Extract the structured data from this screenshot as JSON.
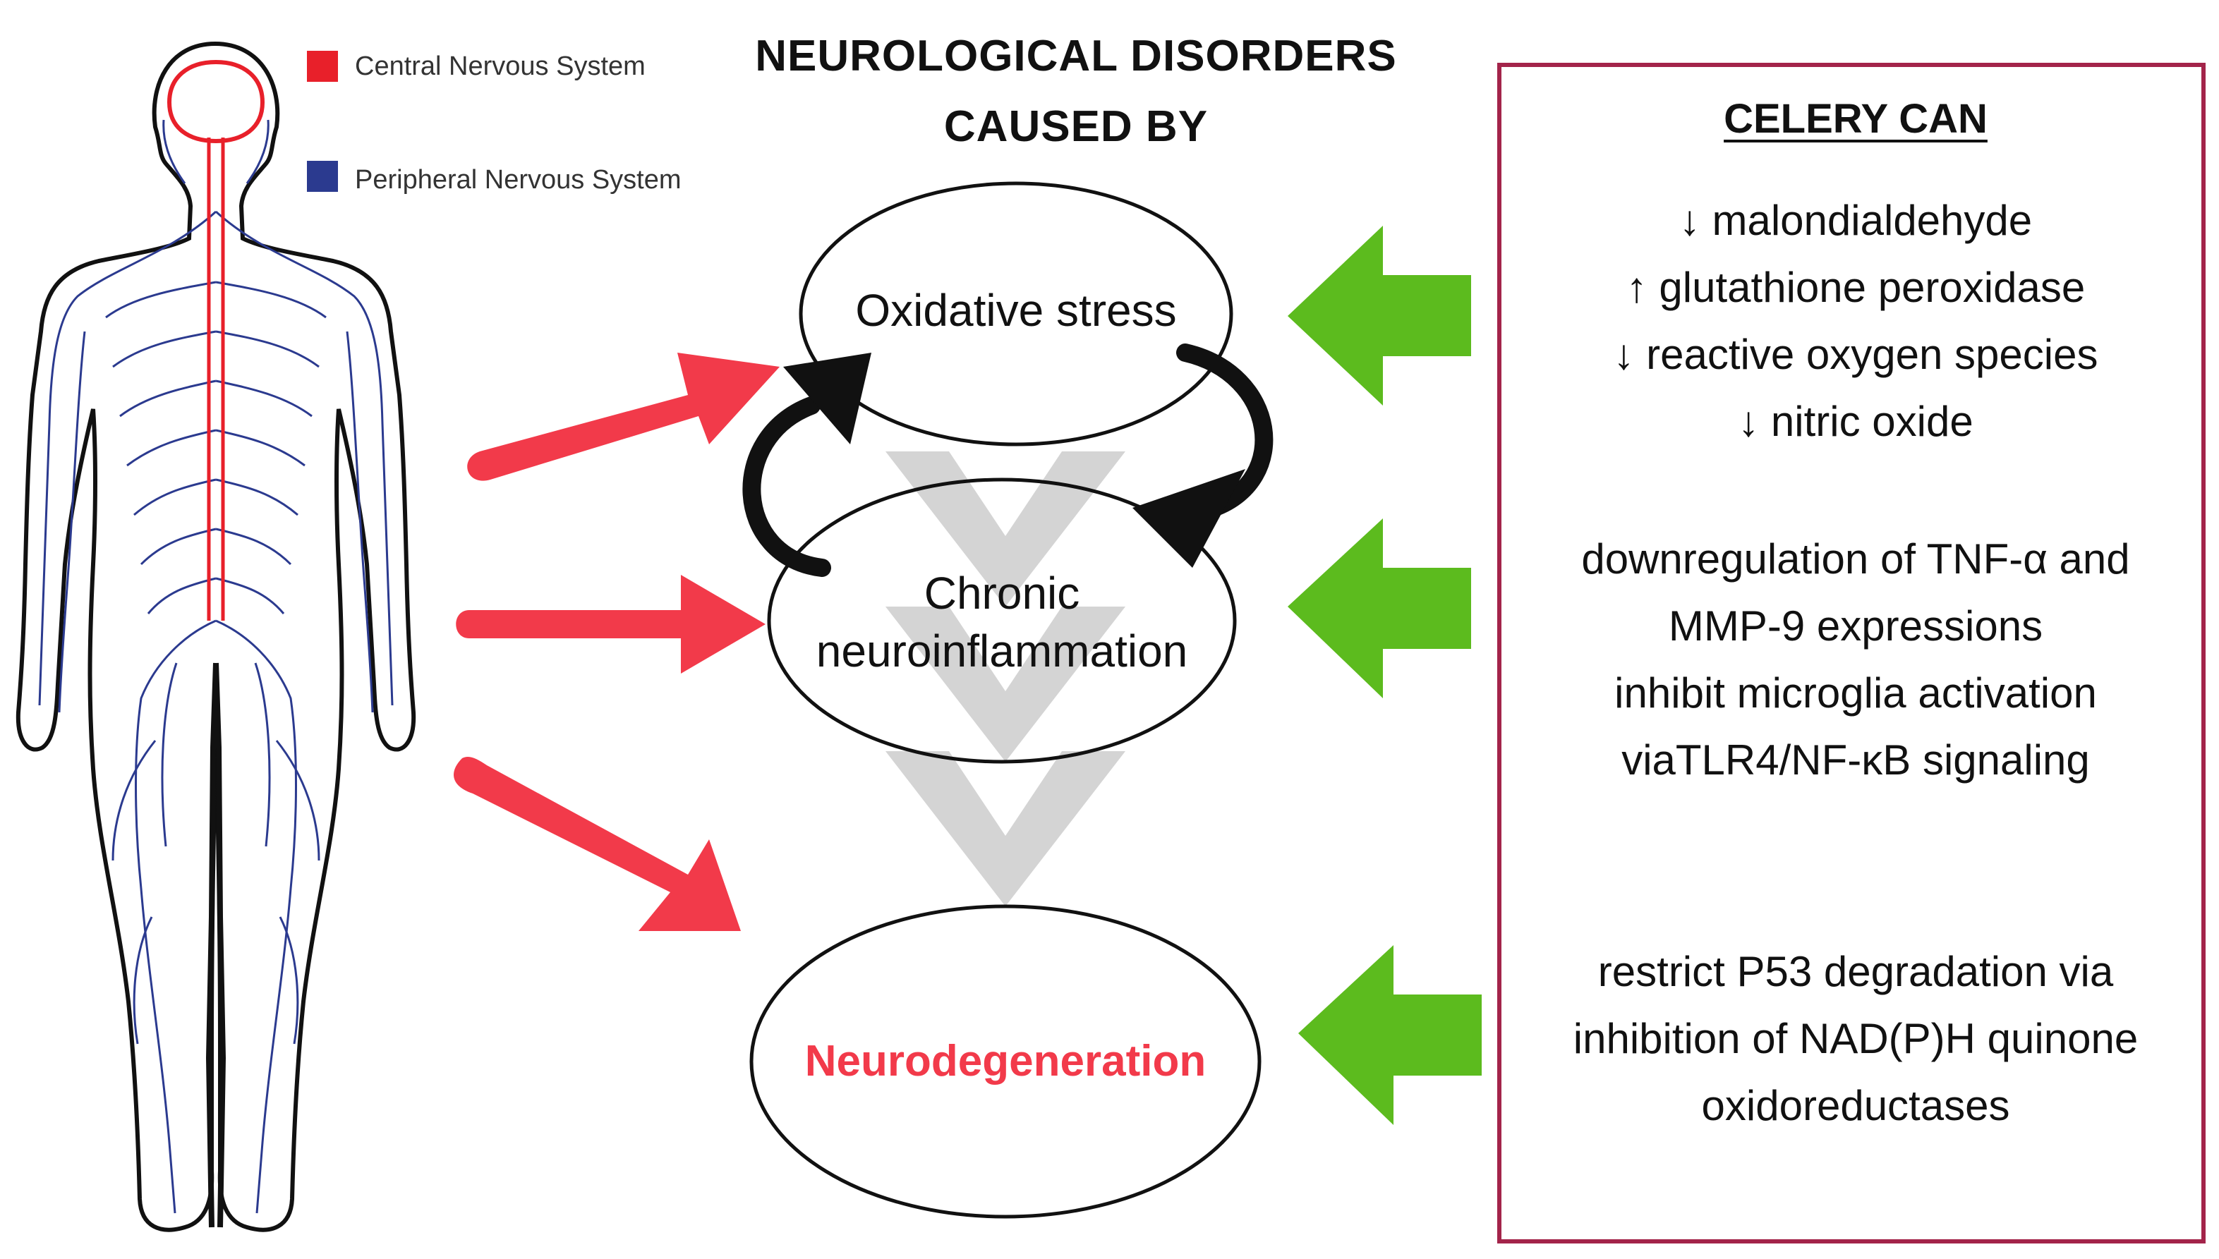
{
  "title": {
    "line1": "NEUROLOGICAL DISORDERS",
    "line2": "CAUSED BY"
  },
  "legend": [
    {
      "label": "Central Nervous System",
      "color": "#e8202a"
    },
    {
      "label": "Peripheral Nervous System",
      "color": "#2b3a8f"
    }
  ],
  "nodes": {
    "oxidative_stress": "Oxidative stress",
    "chronic_line1": "Chronic",
    "chronic_line2": "neuroinflammation",
    "neurodegeneration": "Neurodegeneration"
  },
  "panel": {
    "title": "CELERY CAN",
    "oxidative_effects": [
      "↓ malondialdehyde",
      "↑ glutathione peroxidase",
      "↓ reactive oxygen species",
      "↓ nitric oxide"
    ],
    "inflammation_effects": [
      "downregulation of TNF-α and",
      "MMP-9 expressions",
      "inhibit microglia activation",
      "viaTLR4/NF-κB signaling"
    ],
    "neurodegeneration_effects": [
      "restrict P53 degradation via",
      "inhibition of NAD(P)H quinone",
      "oxidoreductases"
    ]
  },
  "colors": {
    "red_arrow": "#f23a4a",
    "green_arrow": "#5cbb1e",
    "panel_border": "#a3244a",
    "chevron": "#d4d4d4",
    "cycle_arrow": "#111111",
    "cns": "#e8202a",
    "pns": "#2b3a8f"
  }
}
